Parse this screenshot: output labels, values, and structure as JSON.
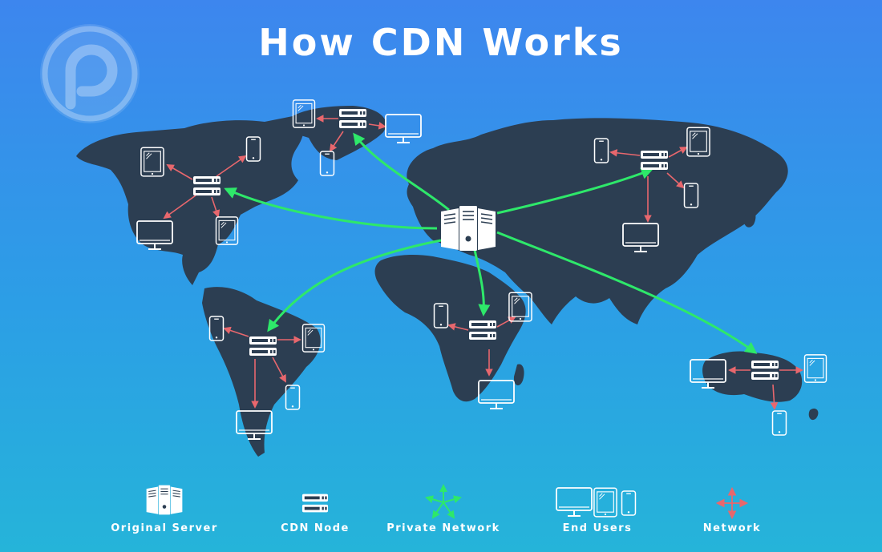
{
  "title": "How CDN Works",
  "colors": {
    "continent": "#2c3e52",
    "private_network": "#2ee86a",
    "network": "#e8676d",
    "icon": "#ffffff"
  },
  "legend": [
    {
      "label": "Original Server",
      "icon": "original-server-icon"
    },
    {
      "label": "CDN Node",
      "icon": "cdn-node-icon"
    },
    {
      "label": "Private Network",
      "icon": "private-network-icon"
    },
    {
      "label": "End Users",
      "icon": "end-users-icon"
    },
    {
      "label": "Network",
      "icon": "network-icon"
    }
  ]
}
